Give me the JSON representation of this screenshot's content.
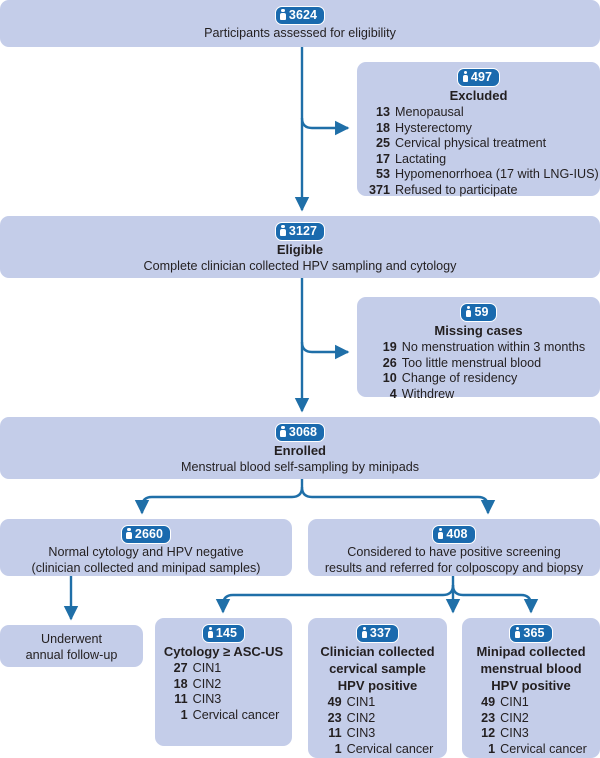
{
  "colors": {
    "box_fill": "#c4cde9",
    "badge_blue": "#1a6aae",
    "connector_blue": "#1f6fa8",
    "text": "#231f20"
  },
  "icons": {
    "person_badge": "person-icon"
  },
  "nodes": {
    "assessed": {
      "count": "3624",
      "text": "Participants assessed for eligibility"
    },
    "excluded": {
      "count": "497",
      "title": "Excluded",
      "items": [
        {
          "n": "13",
          "label": "Menopausal"
        },
        {
          "n": "18",
          "label": "Hysterectomy"
        },
        {
          "n": "25",
          "label": "Cervical physical treatment"
        },
        {
          "n": "17",
          "label": "Lactating"
        },
        {
          "n": "53",
          "label": "Hypomenorrhoea (17 with LNG-IUS)"
        },
        {
          "n": "371",
          "label": "Refused to participate"
        }
      ]
    },
    "eligible": {
      "count": "3127",
      "title": "Eligible",
      "subtitle": "Complete clinician collected HPV sampling and cytology"
    },
    "missing": {
      "count": "59",
      "title": "Missing cases",
      "items": [
        {
          "n": "19",
          "label": "No menstruation within 3 months"
        },
        {
          "n": "26",
          "label": "Too little menstrual blood"
        },
        {
          "n": "10",
          "label": "Change of residency"
        },
        {
          "n": "4",
          "label": "Withdrew"
        }
      ]
    },
    "enrolled": {
      "count": "3068",
      "title": "Enrolled",
      "subtitle": "Menstrual blood self-sampling by minipads"
    },
    "normal": {
      "count": "2660",
      "line1": "Normal cytology and HPV negative",
      "line2": "(clinician collected and minipad samples)"
    },
    "positive": {
      "count": "408",
      "line1": "Considered to have positive screening",
      "line2": "results and referred for colposcopy and biopsy"
    },
    "followup": {
      "line1": "Underwent",
      "line2": "annual follow-up"
    },
    "cytology": {
      "count": "145",
      "title": "Cytology ≥ ASC-US",
      "items": [
        {
          "n": "27",
          "label": "CIN1"
        },
        {
          "n": "18",
          "label": "CIN2"
        },
        {
          "n": "11",
          "label": "CIN3"
        },
        {
          "n": "1",
          "label": "Cervical cancer"
        }
      ]
    },
    "clinician": {
      "count": "337",
      "title_line1": "Clinician collected",
      "title_line2": "cervical sample",
      "title_line3": "HPV positive",
      "items": [
        {
          "n": "49",
          "label": "CIN1"
        },
        {
          "n": "23",
          "label": "CIN2"
        },
        {
          "n": "11",
          "label": "CIN3"
        },
        {
          "n": "1",
          "label": "Cervical cancer"
        }
      ]
    },
    "minipad": {
      "count": "365",
      "title_line1": "Minipad collected",
      "title_line2": "menstrual blood",
      "title_line3": "HPV positive",
      "items": [
        {
          "n": "49",
          "label": "CIN1"
        },
        {
          "n": "23",
          "label": "CIN2"
        },
        {
          "n": "12",
          "label": "CIN3"
        },
        {
          "n": "1",
          "label": "Cervical cancer"
        }
      ]
    }
  }
}
